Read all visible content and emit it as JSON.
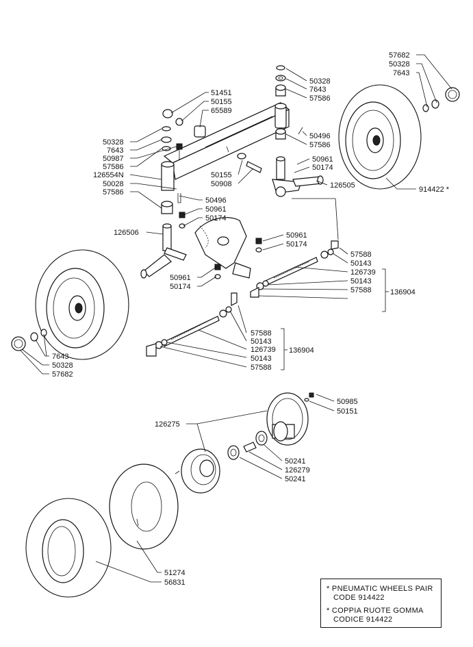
{
  "parts": {
    "p57682a": "57682",
    "p50328a": "50328",
    "p7643a": "7643",
    "p50328b": "50328",
    "p7643b": "7643",
    "p57586a": "57586",
    "p51451": "51451",
    "p50155a": "50155",
    "p65589": "65589",
    "p50328c": "50328",
    "p7643c": "7643",
    "p50987": "50987",
    "p57586b": "57586",
    "p126554N": "126554N",
    "p50028": "50028",
    "p57586c": "57586",
    "p50496a": "50496",
    "p57586d": "57586",
    "p50961a": "50961",
    "p50174a": "50174",
    "p50155b": "50155",
    "p50908": "50908",
    "p126505": "126505",
    "p914422": "914422 *",
    "p50496b": "50496",
    "p50961b": "50961",
    "p50174b": "50174",
    "p126506": "126506",
    "p50961c": "50961",
    "p50174c": "50174",
    "p50961d": "50961",
    "p50174d": "50174",
    "p57588a": "57588",
    "p50143a": "50143",
    "p126739a": "126739",
    "p50143b": "50143",
    "p57588b": "57588",
    "p136904a": "136904",
    "p57588c": "57588",
    "p50143c": "50143",
    "p126739b": "126739",
    "p50143d": "50143",
    "p57588d": "57588",
    "p136904b": "136904",
    "p7643d": "7643",
    "p50328d": "50328",
    "p57682b": "57682",
    "p50985": "50985",
    "p50151": "50151",
    "p126275": "126275",
    "p50241a": "50241",
    "p126279": "126279",
    "p50241b": "50241",
    "p51274": "51274",
    "p56831": "56831"
  },
  "note": {
    "line1": "* PNEUMATIC WHEELS PAIR",
    "line2": "CODE 914422",
    "line3": "* COPPIA RUOTE GOMMA",
    "line4": "CODICE 914422"
  }
}
